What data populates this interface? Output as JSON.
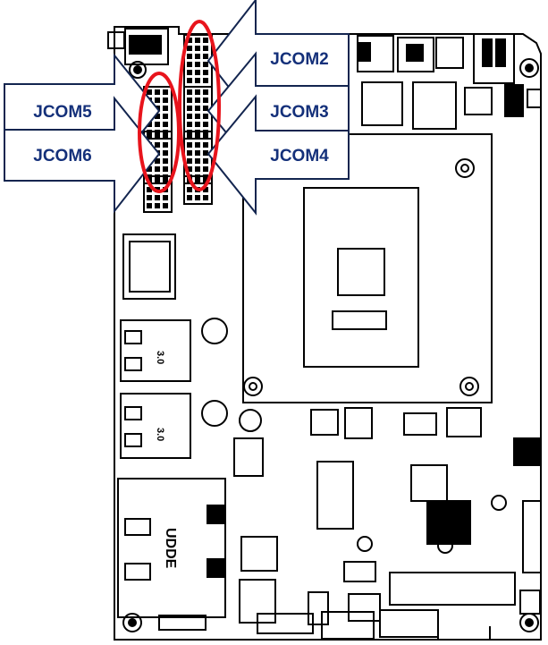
{
  "callouts": {
    "jcom2": "JCOM2",
    "jcom3": "JCOM3",
    "jcom4": "JCOM4",
    "jcom5": "JCOM5",
    "jcom6": "JCOM6"
  },
  "board_markings": {
    "usb_top_speed": "3.0",
    "usb_bottom_speed": "3.0",
    "lan_marking": "UDDE"
  },
  "colors": {
    "arrow_fill": "#ffffff",
    "arrow_stroke": "#13254f",
    "label_text": "#14307a",
    "highlight_oval": "#e8141c",
    "board_line": "#000000"
  },
  "icons": [
    "mounting-hole-icon",
    "pin-header-icon",
    "arrow-callout-icon"
  ]
}
